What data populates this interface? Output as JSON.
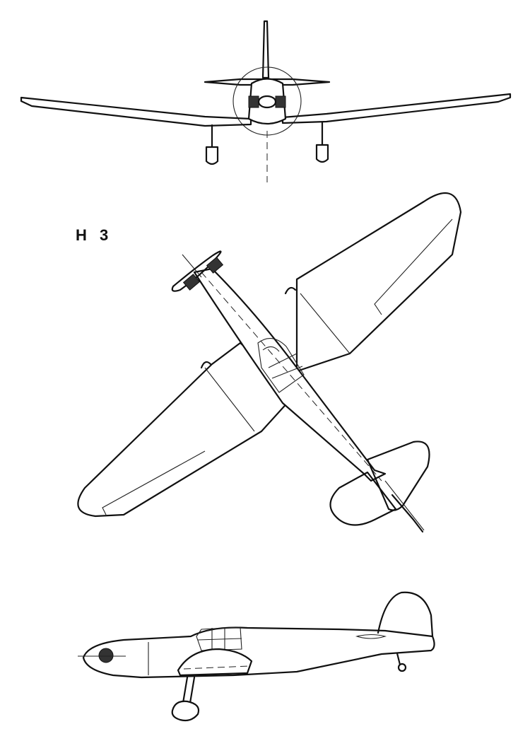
{
  "aircraft_label": "H 3",
  "views": [
    "front-view",
    "top-view",
    "side-view"
  ]
}
